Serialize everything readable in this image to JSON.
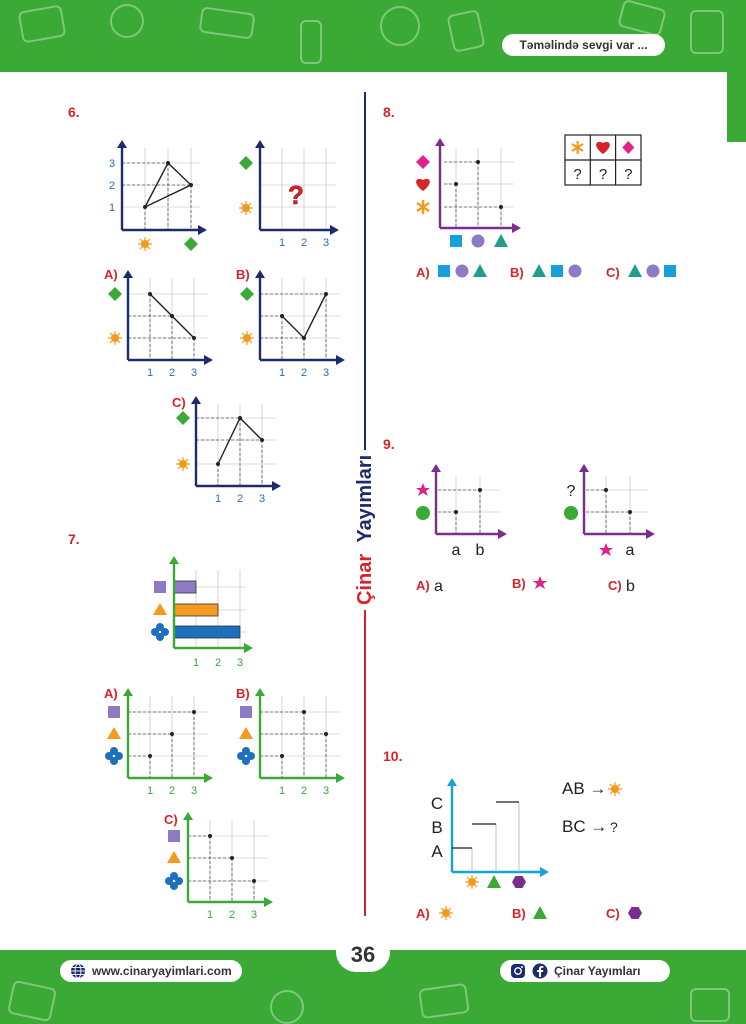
{
  "header": {
    "slogan": "Təməlində sevgi var ..."
  },
  "footer": {
    "website": "www.cinaryayimlari.com",
    "page_number": "36",
    "social": "Çinar Yayımları"
  },
  "brand": {
    "part1": "Çinar",
    "part2": "Yayımları"
  },
  "colors": {
    "green": "#3aa935",
    "red": "#d8232a",
    "navy": "#1c2a6e",
    "purple": "#7b2d8e",
    "sky": "#16a1db",
    "teal": "#1f9e8c",
    "pink": "#e0218a",
    "lilac": "#8f7bc3",
    "orange": "#f39a1f",
    "blue": "#1f6fbf"
  },
  "questions": {
    "q6": {
      "number": "6.",
      "main_ticks_y": [
        "3",
        "2",
        "1"
      ],
      "ticks_x": [
        "1",
        "2",
        "3"
      ],
      "question_mark": "?",
      "options": [
        "A)",
        "B)",
        "C)"
      ]
    },
    "q7": {
      "number": "7.",
      "ticks_x": [
        "1",
        "2",
        "3"
      ],
      "bar_values": [
        1,
        2,
        3
      ],
      "options": [
        "A)",
        "B)",
        "C)"
      ]
    },
    "q8": {
      "number": "8.",
      "table_marks": [
        "?",
        "?",
        "?"
      ],
      "options": [
        "A)",
        "B)",
        "C)"
      ]
    },
    "q9": {
      "number": "9.",
      "axis_labels_left": [
        "a",
        "b"
      ],
      "axis_label_right": "a",
      "question_mark": "?",
      "options": [
        "A)",
        "B)",
        "C)"
      ],
      "option_a_text": "a",
      "option_c_text": "b"
    },
    "q10": {
      "number": "10.",
      "levels": [
        "C",
        "B",
        "A"
      ],
      "rule1": "AB →",
      "rule2": "BC →",
      "rule2_q": "?",
      "options": [
        "A)",
        "B)",
        "C)"
      ]
    }
  }
}
